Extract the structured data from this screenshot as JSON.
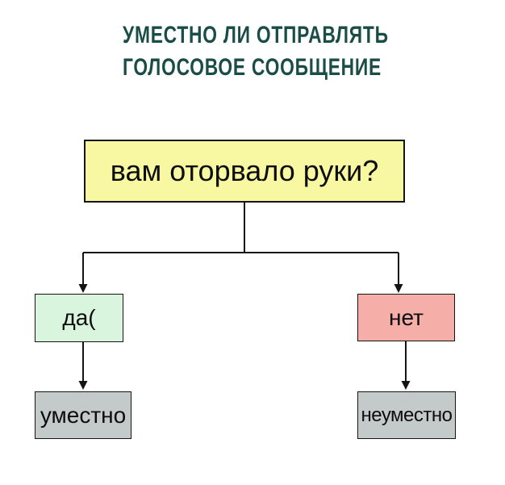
{
  "title": {
    "line1": "УМЕСТНО ЛИ ОТПРАВЛЯТЬ",
    "line2": "ГОЛОСОВОЕ СООБЩЕНИЕ"
  },
  "flowchart": {
    "nodes": {
      "question": {
        "label": "вам оторвало руки?",
        "fill": "#f8f8a2"
      },
      "yes": {
        "label": "да(",
        "fill": "#d9f5de"
      },
      "no": {
        "label": "нет",
        "fill": "#f5aea8"
      },
      "yes_outcome": {
        "label": "уместно",
        "fill": "#c4c9ca"
      },
      "no_outcome": {
        "label": "неуместно",
        "fill": "#c4c9ca"
      }
    },
    "edges": [
      {
        "from": "question",
        "to": "yes"
      },
      {
        "from": "question",
        "to": "no"
      },
      {
        "from": "yes",
        "to": "yes_outcome"
      },
      {
        "from": "no",
        "to": "no_outcome"
      }
    ]
  },
  "colors": {
    "title_text": "#1a4d47",
    "box_border": "#141414",
    "connector_line": "#141414",
    "question_fill": "#f8f8a2",
    "yes_fill": "#d9f5de",
    "no_fill": "#f5aea8",
    "outcome_fill": "#c4c9ca",
    "background": "#ffffff"
  }
}
